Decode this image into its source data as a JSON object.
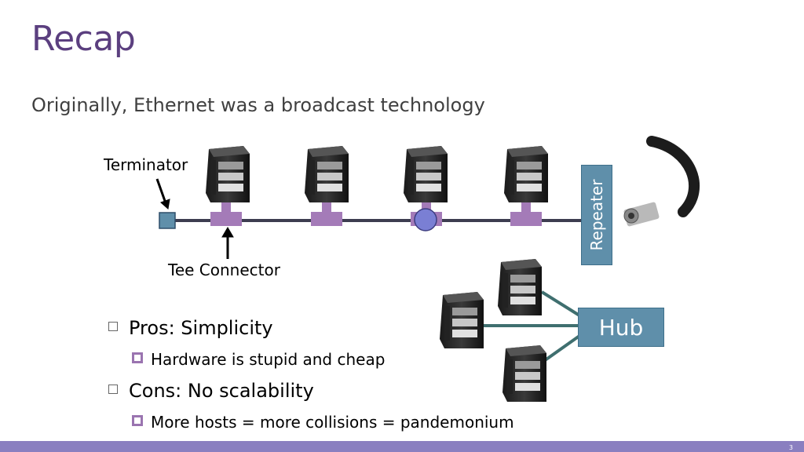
{
  "slide": {
    "title": "Recap",
    "subtitle": "Originally, Ethernet was a broadcast technology",
    "page_number": "3"
  },
  "diagram": {
    "terminator_label": "Terminator",
    "tee_label": "Tee Connector",
    "repeater_label": "Repeater",
    "hub_label": "Hub",
    "colors": {
      "tee": "#a47bb8",
      "bus": "#3d3d50",
      "node_box": "#5f8faa",
      "hub_link": "#3f6f6f"
    }
  },
  "bullets": {
    "pros": "Pros: Simplicity",
    "pros_sub": "Hardware is stupid and cheap",
    "cons": "Cons: No scalability",
    "cons_sub": "More hosts = more collisions = pandemonium"
  }
}
